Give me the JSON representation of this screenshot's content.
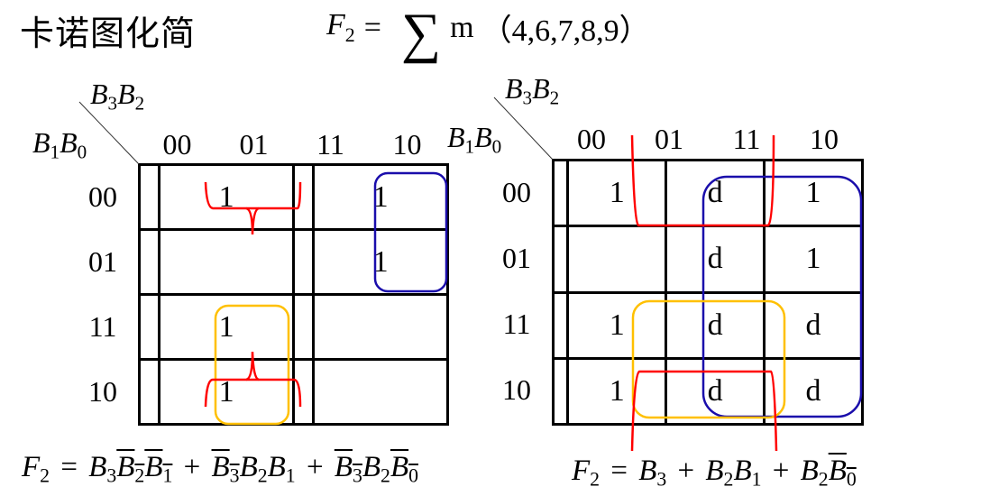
{
  "title": "卡诺图化简",
  "top_equation": {
    "lhs": "F",
    "lhs_sub": "2",
    "equals": "=",
    "sigma": "∑",
    "m": "m",
    "minterms": "（4,6,7,8,9）"
  },
  "left_map": {
    "col_var": {
      "a": "B",
      "a_sub": "3",
      "b": "B",
      "b_sub": "2"
    },
    "row_var": {
      "a": "B",
      "a_sub": "1",
      "b": "B",
      "b_sub": "0"
    },
    "col_headers": [
      "00",
      "01",
      "11",
      "10"
    ],
    "row_headers": [
      "00",
      "01",
      "11",
      "10"
    ],
    "cells": [
      [
        "",
        "1",
        "",
        "1"
      ],
      [
        "",
        "",
        "",
        "1"
      ],
      [
        "",
        "1",
        "",
        ""
      ],
      [
        "",
        "1",
        "",
        ""
      ]
    ],
    "loops": [
      {
        "color": "#ff0000",
        "type": "wrap-brackets",
        "cells": "col 01, rows 00 & 10"
      },
      {
        "color": "#1a0dab",
        "type": "rounded-rect",
        "cells": "col 10, rows 00-01"
      },
      {
        "color": "#ffc000",
        "type": "rounded-rect",
        "cells": "col 01, rows 11-10"
      }
    ],
    "result": {
      "lhs": "F",
      "lhs_sub": "2",
      "equals": "=",
      "terms": [
        [
          {
            "v": "B",
            "s": "3",
            "bar": false
          },
          {
            "v": "B",
            "s": "2",
            "bar": true,
            "group": 1
          },
          {
            "v": "B",
            "s": "1",
            "bar": true,
            "group": 1
          }
        ],
        [
          {
            "v": "B",
            "s": "3",
            "bar": true
          },
          {
            "v": "B",
            "s": "2",
            "bar": false
          },
          {
            "v": "B",
            "s": "1",
            "bar": false
          }
        ],
        [
          {
            "v": "B",
            "s": "3",
            "bar": true
          },
          {
            "v": "B",
            "s": "2",
            "bar": false
          },
          {
            "v": "B",
            "s": "0",
            "bar": true
          }
        ]
      ],
      "plus": "+"
    }
  },
  "right_map": {
    "col_var": {
      "a": "B",
      "a_sub": "3",
      "b": "B",
      "b_sub": "2"
    },
    "row_var": {
      "a": "B",
      "a_sub": "1",
      "b": "B",
      "b_sub": "0"
    },
    "col_headers": [
      "00",
      "01",
      "11",
      "10"
    ],
    "row_headers": [
      "00",
      "01",
      "11",
      "10"
    ],
    "cells": [
      [
        "",
        "1",
        "d",
        "1"
      ],
      [
        "",
        "",
        "d",
        "1"
      ],
      [
        "",
        "1",
        "d",
        "d"
      ],
      [
        "",
        "1",
        "d",
        "d"
      ]
    ],
    "loops": [
      {
        "color": "#ff0000",
        "type": "wrap-brackets",
        "cells": "cols 01-11, rows 00 & 10"
      },
      {
        "color": "#1a0dab",
        "type": "rounded-rect",
        "cells": "cols 11-10, all rows"
      },
      {
        "color": "#ffc000",
        "type": "rounded-rect",
        "cells": "cols 01-11, rows 11-10"
      }
    ],
    "result": {
      "lhs": "F",
      "lhs_sub": "2",
      "equals": "=",
      "terms": [
        [
          {
            "v": "B",
            "s": "3",
            "bar": false
          }
        ],
        [
          {
            "v": "B",
            "s": "2",
            "bar": false
          },
          {
            "v": "B",
            "s": "1",
            "bar": false
          }
        ],
        [
          {
            "v": "B",
            "s": "2",
            "bar": false
          },
          {
            "v": "B",
            "s": "0",
            "bar": true
          }
        ]
      ],
      "plus": "+"
    }
  },
  "colors": {
    "red": "#ff0000",
    "blue": "#1a0dab",
    "orange": "#ffc000",
    "grid": "#000000"
  }
}
